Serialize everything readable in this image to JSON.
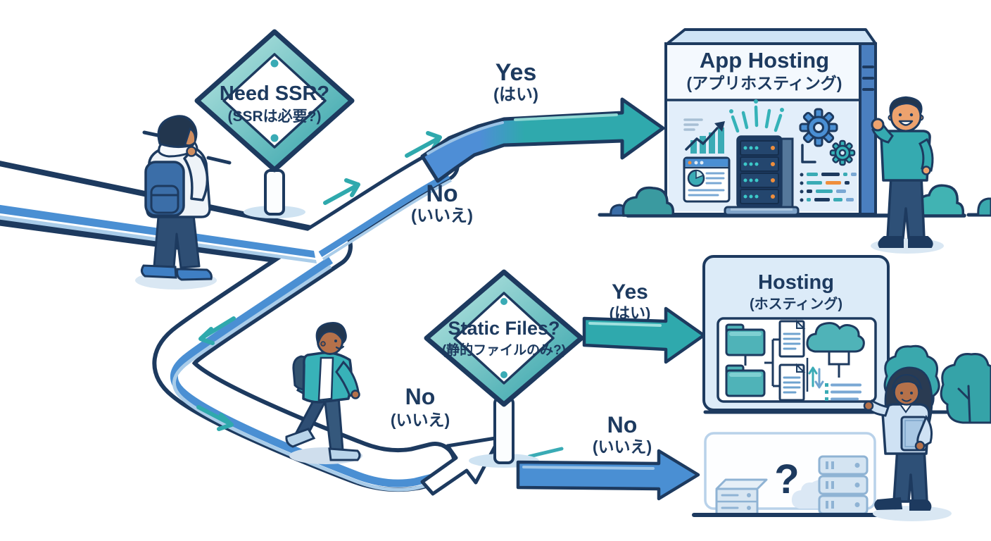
{
  "signs": {
    "ssr": {
      "title": "Need SSR?",
      "subtitle": "(SSRは必要?)"
    },
    "static_files": {
      "title": "Static Files?",
      "subtitle": "(静的ファイルのみ?)"
    }
  },
  "labels": {
    "yes_to_app_hosting": {
      "en": "Yes",
      "ja": "(はい)"
    },
    "no_at_fork": {
      "en": "No",
      "ja": "(いいえ)"
    },
    "no_on_path": {
      "en": "No",
      "ja": "(いいえ)"
    },
    "yes_to_hosting": {
      "en": "Yes",
      "ja": "(はい)"
    },
    "no_to_unknown": {
      "en": "No",
      "ja": "(いいえ)"
    }
  },
  "boxes": {
    "app_hosting": {
      "title": "App Hosting",
      "subtitle": "(アプリホスティング)"
    },
    "hosting": {
      "title": "Hosting",
      "subtitle": "(ホスティング)"
    },
    "unknown": {
      "mark": "?"
    }
  },
  "colors": {
    "outline_navy": "#1d3a5f",
    "teal": "#2fa9ad",
    "road_blue": "#4a8fd3",
    "panel_blue": "#dcebf8",
    "pale_panel": "#e2eefa",
    "accent_orange": "#ef8e3c"
  }
}
